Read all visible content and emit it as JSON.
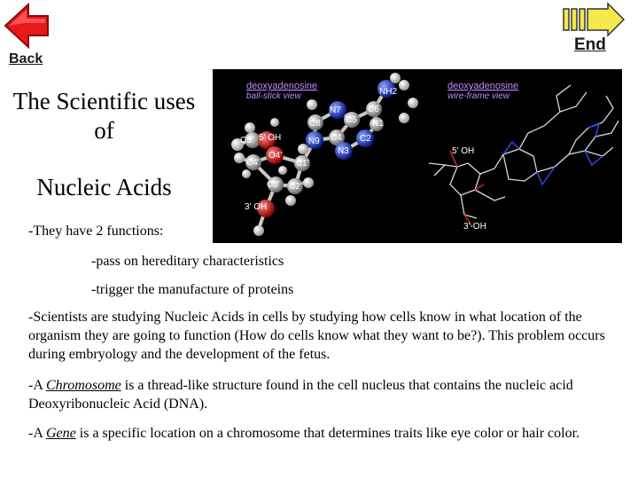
{
  "nav": {
    "back_label": "Back",
    "end_label": "End"
  },
  "title": {
    "line1": "The Scientific uses of",
    "line2": "Nucleic Acids"
  },
  "figure": {
    "left_caption_title": "deoxyadenosine",
    "left_caption_sub": "ball-stick view",
    "right_caption_title": "deoxyadenosine",
    "right_caption_sub": "wire-frame view",
    "atoms": {
      "nh2": "NH2",
      "n7": "N7",
      "c6": "C6",
      "c5": "C5",
      "n1": "N1",
      "c8": "C8",
      "n9": "N9",
      "c4": "C4",
      "c2": "C2",
      "n3": "N3",
      "c5p": "C5'",
      "oh5": "5' OH",
      "o4": "O4'",
      "c4p": "C4'",
      "c1p": "C1'",
      "c3p": "C3'",
      "c2p": "C2'",
      "oh3": "3' OH",
      "oh5_right": "5' OH",
      "oh3_right": "3'-OH"
    }
  },
  "content": {
    "p1": "-They have 2 functions:",
    "p2": "-pass on hereditary characteristics",
    "p3": "-trigger the manufacture of proteins",
    "p4": "-Scientists are studying Nucleic Acids in cells by studying how cells know in what location of the organism they are going to function (How do cells know what they want to be?).  This problem occurs during embryology and the development of the fetus.",
    "p5_prefix": "-A ",
    "p5_term": "Chromosome",
    "p5_rest": " is a thread-like structure found in the cell nucleus that contains the nucleic acid Deoxyribonucleic Acid (DNA).",
    "p6_prefix": "-A ",
    "p6_term": "Gene",
    "p6_rest": " is a specific location on a chromosome that determines traits like eye color or hair color."
  },
  "colors": {
    "back_arrow": "#e8181c",
    "end_arrow": "#f4e84a",
    "figure_bg": "#000000",
    "caption_purple": "#c08cff",
    "oxygen_red": "#d01414",
    "nitrogen_blue": "#1838d8",
    "carbon_grey": "#b8b8b8"
  }
}
